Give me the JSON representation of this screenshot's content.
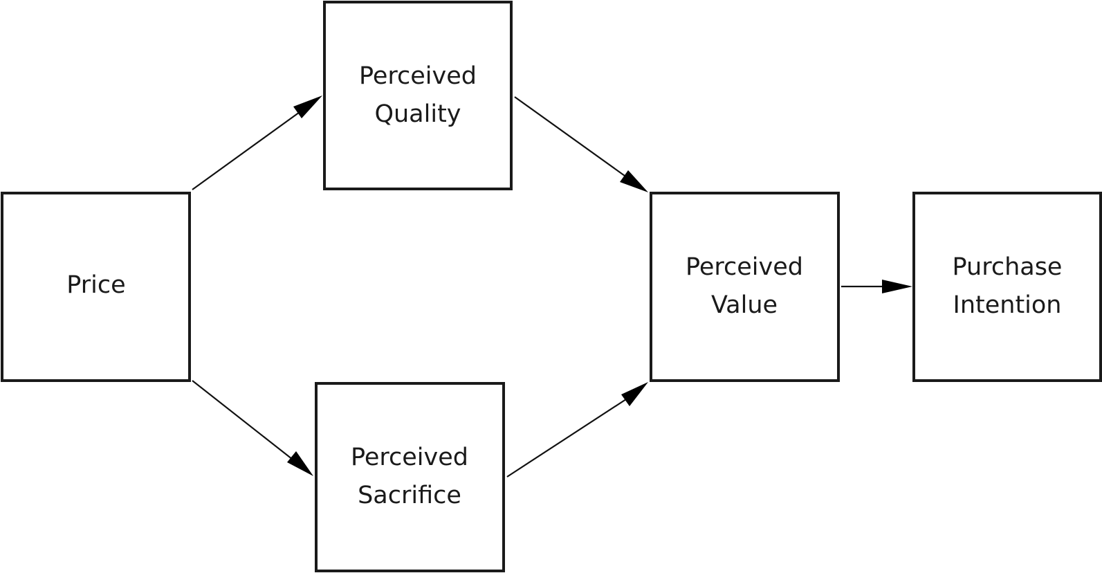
{
  "diagram": {
    "nodes": {
      "price": {
        "lines": [
          "Price"
        ]
      },
      "perceived_quality": {
        "lines": [
          "Perceived",
          "Quality"
        ]
      },
      "perceived_sacrifice": {
        "lines": [
          "Perceived",
          "Sacrifice"
        ]
      },
      "perceived_value": {
        "lines": [
          "Perceived",
          "Value"
        ]
      },
      "purchase_intention": {
        "lines": [
          "Purchase",
          "Intention"
        ]
      }
    },
    "edges": [
      {
        "from": "price",
        "to": "perceived_quality"
      },
      {
        "from": "price",
        "to": "perceived_sacrifice"
      },
      {
        "from": "perceived_quality",
        "to": "perceived_value"
      },
      {
        "from": "perceived_sacrifice",
        "to": "perceived_value"
      },
      {
        "from": "perceived_value",
        "to": "purchase_intention"
      }
    ]
  }
}
